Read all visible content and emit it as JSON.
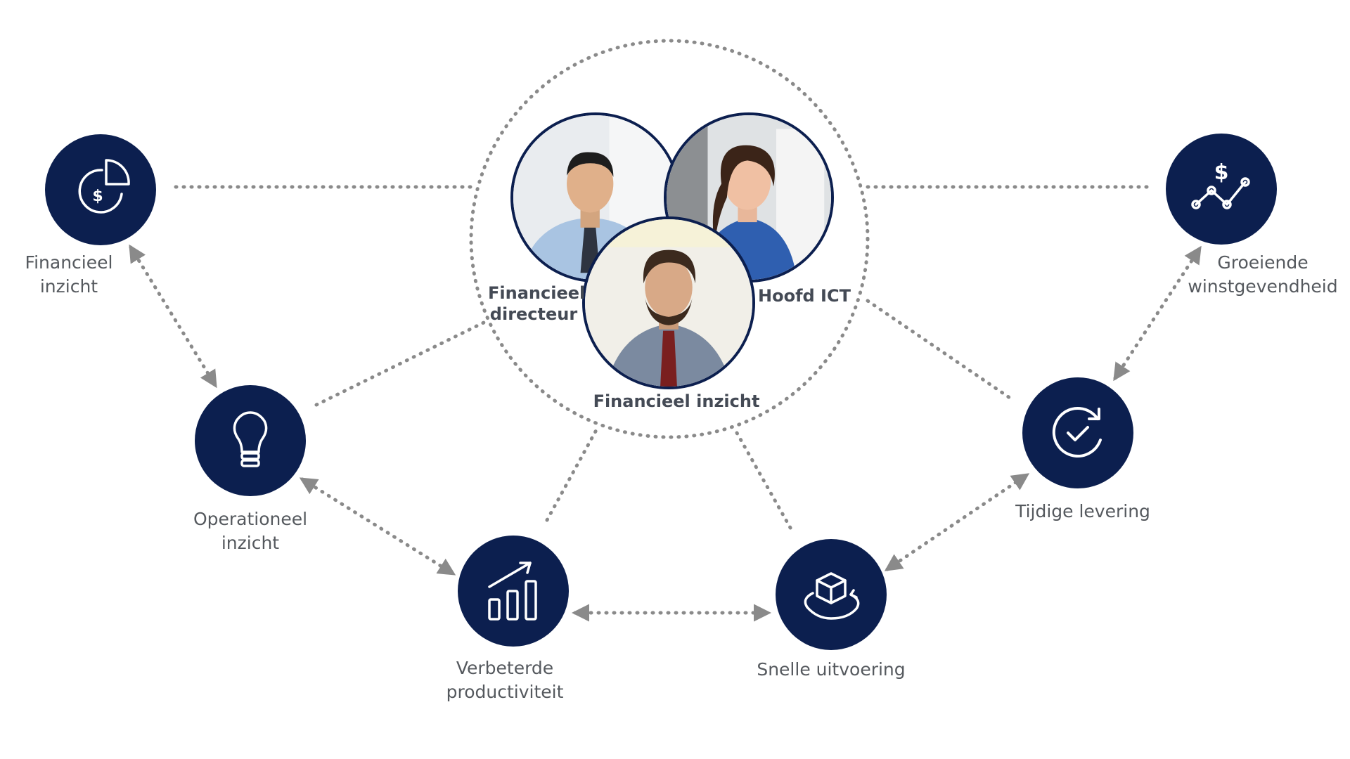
{
  "center": {
    "roles": {
      "cfo": "Financieel directeur",
      "cto": "Hoofd ICT",
      "center_label": "Financieel inzicht"
    }
  },
  "nodes": {
    "financieel_inzicht": {
      "label": "Financieel inzicht",
      "icon": "pie-chart-dollar-icon"
    },
    "operationeel_inzicht": {
      "label": "Operationeel inzicht",
      "icon": "lightbulb-icon"
    },
    "verbeterde_productiviteit": {
      "label": "Verbeterde productiviteit",
      "icon": "bar-chart-growth-icon"
    },
    "snelle_uitvoering": {
      "label": "Snelle uitvoering",
      "icon": "rotating-cube-icon"
    },
    "tijdige_levering": {
      "label": "Tijdige levering",
      "icon": "refresh-check-icon"
    },
    "groeiende_winstgevendheid": {
      "label": "Groeiende winstgevendheid",
      "icon": "dollar-trend-icon"
    }
  },
  "colors": {
    "node_fill": "#0c1f4f",
    "connector": "#8a8a8a",
    "label_text": "#55595e",
    "role_text": "#444a55"
  }
}
